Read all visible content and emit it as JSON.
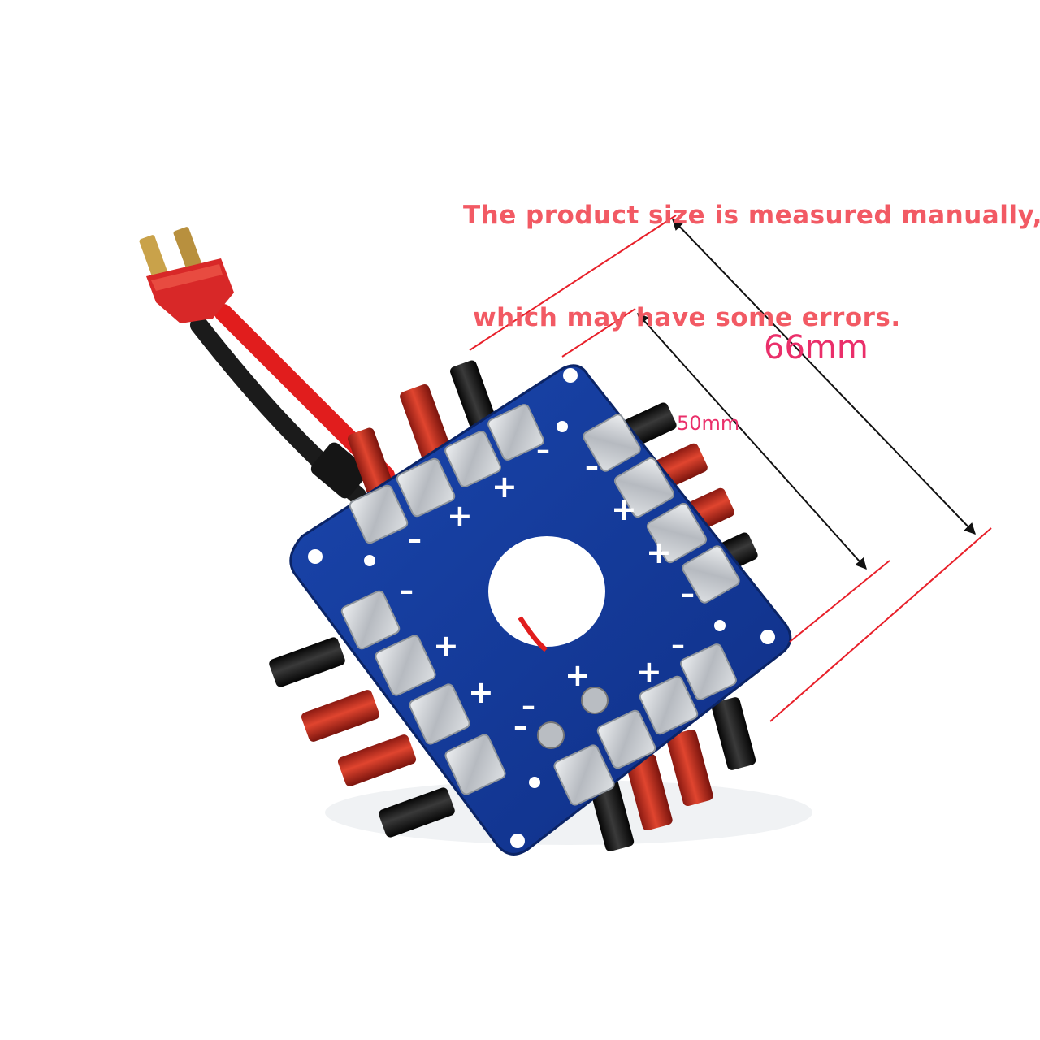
{
  "note": {
    "line1": "The product size is measured manually,",
    "line2": "which may have some errors.",
    "color": "#f25a64"
  },
  "dimensions": {
    "outer": "66mm",
    "inner": "50mm",
    "label_color": "#ea2f6a",
    "extension_line_color": "#e8202a",
    "arrow_color": "#111111"
  },
  "product": {
    "board_color": "#12399a",
    "pad_color": "#c9ccd0",
    "wire_red": "#e11d1d",
    "wire_black": "#1b1b1b",
    "connector_red": "#d42a2a"
  }
}
